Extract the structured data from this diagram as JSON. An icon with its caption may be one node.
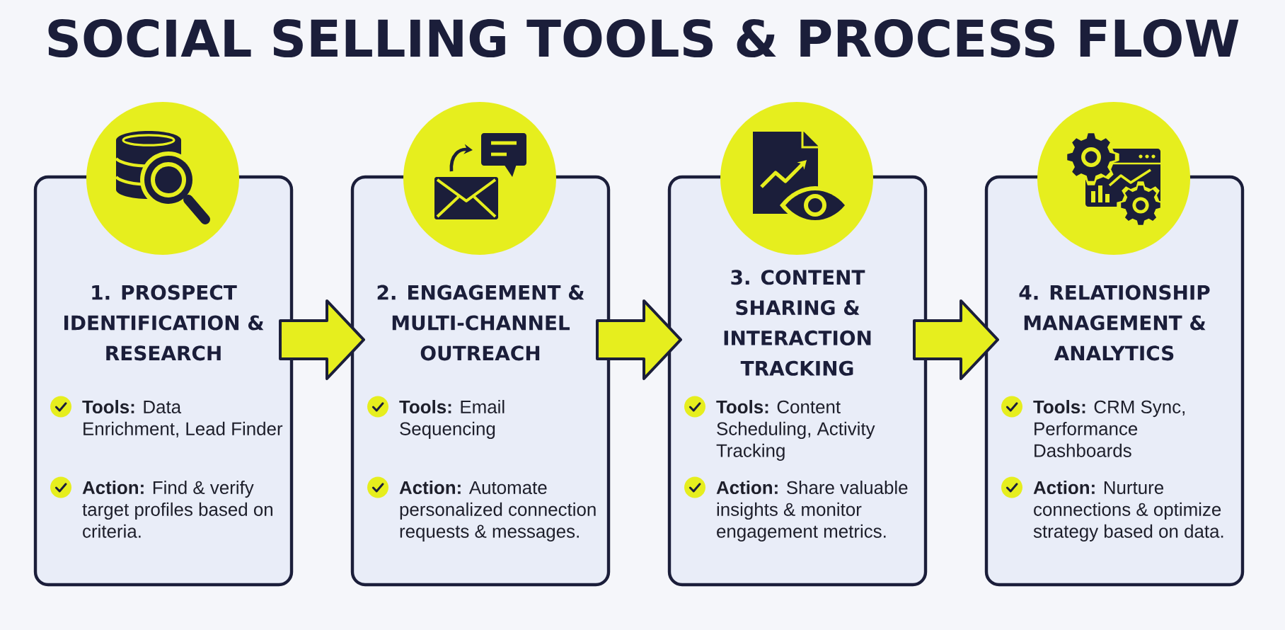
{
  "diagram": {
    "title": "SOCIAL SELLING TOOLS & PROCESS FLOW",
    "nodes": [
      {
        "text": [
          "1. PROSPECT IDENTIFICATION & RESEARCH",
          "**Tools:** Data Enrichment, Lead Finder",
          "**Action:** Find & verify target profiles based on criteria."
        ]
      },
      {
        "text": [
          "2. ENGAGEMENT & MULTI-CHANNEL OUTREACH",
          "**Tools:** Email Sequencing",
          "**Action:** Automate personalized connection requests & messages."
        ]
      },
      {
        "text": [
          "3. CONTENT SHARING & INTERACTION TRACKING",
          "**Tools:** Content Scheduling, Activity Tracking",
          "**Action:** Share valuable insights & monitor engagement metrics."
        ]
      },
      {
        "text": [
          "4. RELATIONSHIP MANAGEMENT & ANALYTICS",
          "**Tools:** CRM Sync, Performance Dashboards",
          "**Action:** Nurture connections & optimize strategy based on data."
        ]
      }
    ],
    "edges": [
      {
        "from": 0,
        "to": 1,
        "arrow": "to"
      },
      {
        "from": 1,
        "to": 2,
        "arrow": "to"
      },
      {
        "from": 2,
        "to": 3,
        "arrow": "to"
      }
    ]
  }
}
